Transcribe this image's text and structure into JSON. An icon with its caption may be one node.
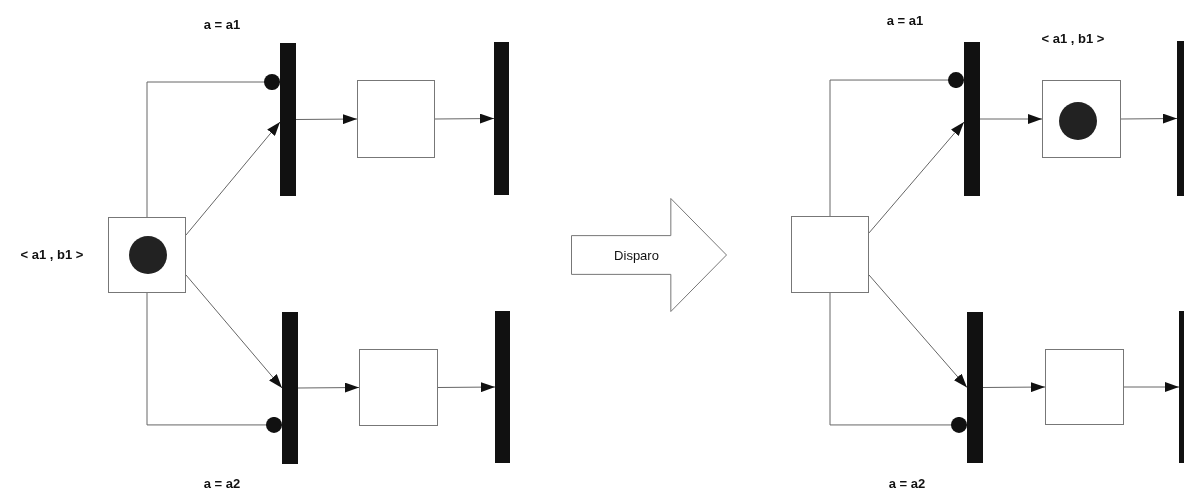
{
  "diagram": {
    "nodes": [
      {
        "text": [],
        "shape": "box",
        "beside": [
          "< a1 , b1 >"
        ]
      },
      {
        "text": [],
        "shape": "circle",
        "in": 0
      },
      {
        "text": [],
        "shape": "bar",
        "beside": [
          "a = a1"
        ]
      },
      {
        "text": [],
        "shape": "box"
      },
      {
        "text": [],
        "shape": "bar"
      },
      {
        "text": [],
        "shape": "bar",
        "beside": [
          "a = a2"
        ]
      },
      {
        "text": [],
        "shape": "box"
      },
      {
        "text": [],
        "shape": "bar"
      },
      {
        "text": [
          "Disparo"
        ]
      },
      {
        "text": [],
        "shape": "box"
      },
      {
        "text": [],
        "shape": "bar",
        "beside": [
          "a = a1"
        ]
      },
      {
        "text": [],
        "shape": "box",
        "beside": [
          "< a1 , b1 >"
        ]
      },
      {
        "text": [],
        "shape": "circle",
        "in": 11
      },
      {
        "text": [],
        "shape": "bar"
      },
      {
        "text": [],
        "shape": "bar",
        "beside": [
          "a = a2"
        ]
      },
      {
        "text": [],
        "shape": "box"
      },
      {
        "text": [],
        "shape": "bar"
      }
    ],
    "edges": [
      {
        "from": 0,
        "to": 2,
        "arrow": "other"
      },
      {
        "from": 0,
        "to": 2,
        "arrow": "to"
      },
      {
        "from": 0,
        "to": 5,
        "arrow": "to"
      },
      {
        "from": 0,
        "to": 5,
        "arrow": "other"
      },
      {
        "from": 2,
        "to": 3,
        "arrow": "to"
      },
      {
        "from": 3,
        "to": 4,
        "arrow": "to"
      },
      {
        "from": 5,
        "to": 6,
        "arrow": "to"
      },
      {
        "from": 6,
        "to": 7,
        "arrow": "to"
      },
      {
        "from": 9,
        "to": 10,
        "arrow": "other"
      },
      {
        "from": 9,
        "to": 10,
        "arrow": "to"
      },
      {
        "from": 9,
        "to": 14,
        "arrow": "to"
      },
      {
        "from": 9,
        "to": 14,
        "arrow": "other"
      },
      {
        "from": 10,
        "to": 11,
        "arrow": "to"
      },
      {
        "from": 11,
        "to": 13,
        "arrow": "to"
      },
      {
        "from": 14,
        "to": 15,
        "arrow": "to"
      },
      {
        "from": 15,
        "to": 16,
        "arrow": "to"
      }
    ]
  }
}
